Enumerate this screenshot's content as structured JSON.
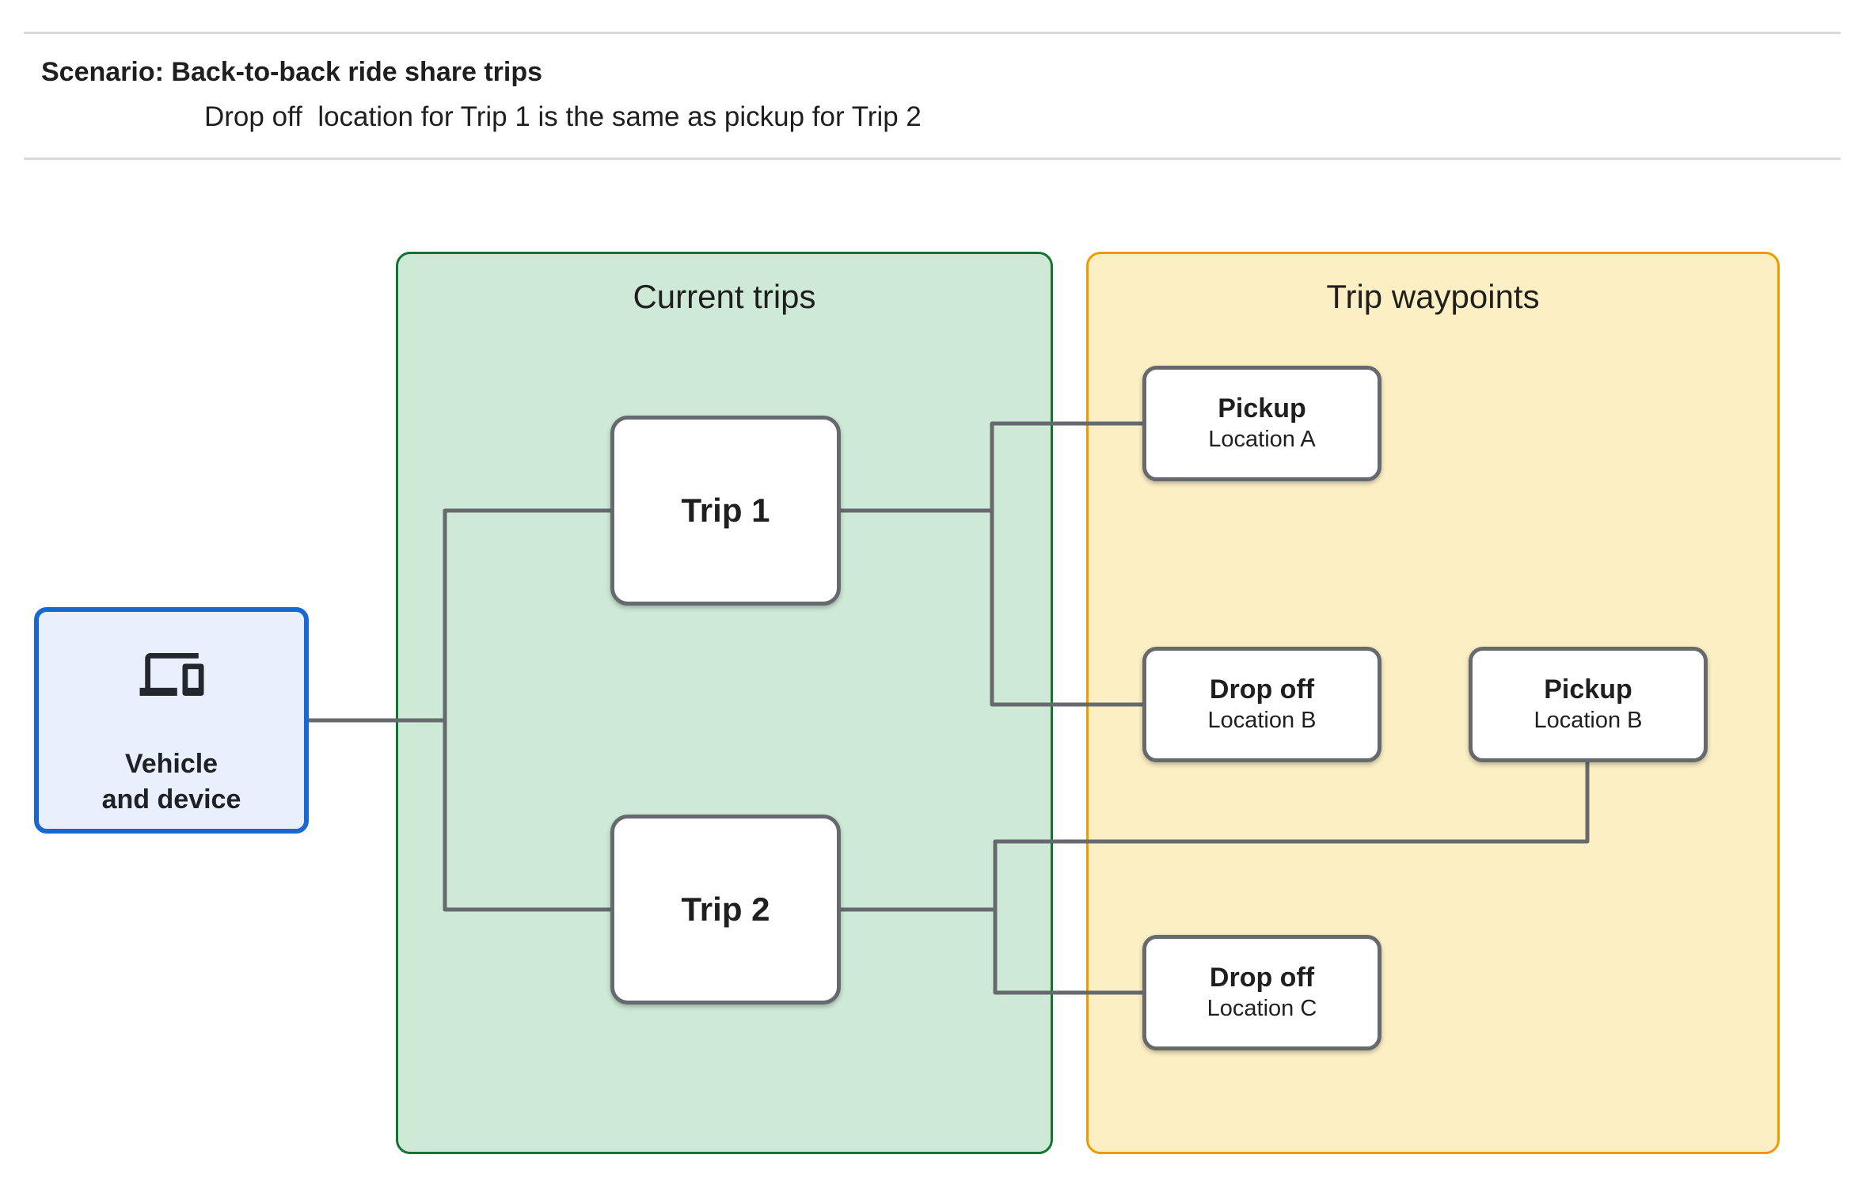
{
  "header": {
    "title": "Scenario: Back-to-back ride share trips",
    "subtitle": "Drop off  location for Trip 1 is the same as pickup for Trip 2"
  },
  "panels": {
    "current_trips": {
      "title": "Current trips"
    },
    "trip_waypoints": {
      "title": "Trip waypoints"
    }
  },
  "nodes": {
    "vehicle": {
      "icon": "devices-icon",
      "line1": "Vehicle",
      "line2": "and device"
    },
    "trip1": {
      "label": "Trip 1"
    },
    "trip2": {
      "label": "Trip 2"
    },
    "pickup_a": {
      "title": "Pickup",
      "subtitle": "Location A"
    },
    "dropoff_b": {
      "title": "Drop off",
      "subtitle": "Location B"
    },
    "pickup_b": {
      "title": "Pickup",
      "subtitle": "Location B"
    },
    "dropoff_c": {
      "title": "Drop off",
      "subtitle": "Location C"
    }
  },
  "theme": {
    "text": "#1f1f1f",
    "divider": "#d9d9d9",
    "connector": "#66696d",
    "node_border": "#66696d",
    "current_trips_fill": "#ceead6",
    "current_trips_border": "#137333",
    "trip_waypoints_fill": "#fdefc4",
    "trip_waypoints_border": "#f29900",
    "vehicle_fill": "#e8f0fe",
    "vehicle_border": "#1967d2"
  }
}
